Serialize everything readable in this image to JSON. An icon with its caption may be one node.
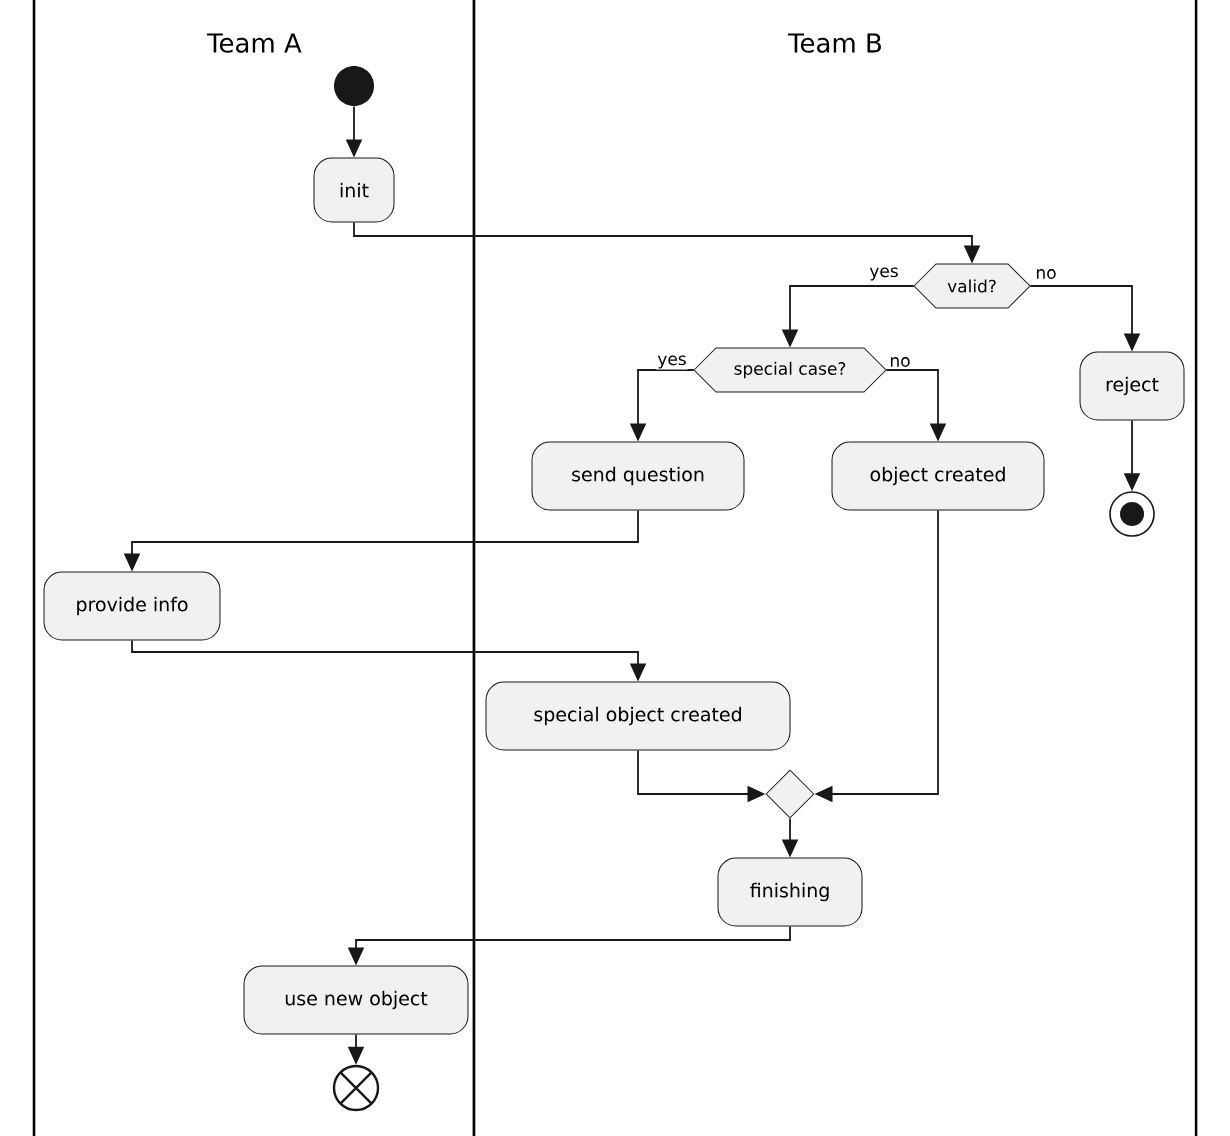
{
  "diagram": {
    "nodes": [
      {
        "text": [
          "Team A"
        ]
      },
      {
        "text": [
          "Team B"
        ]
      },
      {
        "text": [],
        "shape": "circle",
        "in": 0
      },
      {
        "text": [
          "init"
        ],
        "in": 0
      },
      {
        "text": [
          "valid?"
        ],
        "in": 1
      },
      {
        "text": [
          "special case?"
        ],
        "in": 1
      },
      {
        "text": [
          "reject"
        ],
        "in": 1
      },
      {
        "text": [
          "send question"
        ],
        "in": 1
      },
      {
        "text": [
          "object created"
        ],
        "in": 1
      },
      {
        "text": [],
        "shape": "circle",
        "in": 1
      },
      {
        "text": [
          "provide info"
        ],
        "in": 0
      },
      {
        "text": [
          "special object created"
        ],
        "in": 1
      },
      {
        "text": [],
        "shape": "diamond",
        "in": 1
      },
      {
        "text": [
          "finishing"
        ],
        "in": 1
      },
      {
        "text": [
          "use new object"
        ],
        "in": 0
      },
      {
        "text": [],
        "shape": "circle",
        "in": 0
      }
    ],
    "edges": [
      {
        "from": 2,
        "to": 3,
        "arrow": "to"
      },
      {
        "from": 3,
        "to": 4,
        "arrow": "to"
      },
      {
        "from": 4,
        "to": 5,
        "arrow": "to",
        "label": "yes"
      },
      {
        "from": 4,
        "to": 6,
        "arrow": "to",
        "label": "no"
      },
      {
        "from": 5,
        "to": 7,
        "arrow": "to",
        "label": "yes"
      },
      {
        "from": 5,
        "to": 8,
        "arrow": "to",
        "label": "no"
      },
      {
        "from": 6,
        "to": 9,
        "arrow": "to"
      },
      {
        "from": 7,
        "to": 10,
        "arrow": "to"
      },
      {
        "from": 10,
        "to": 11,
        "arrow": "to"
      },
      {
        "from": 11,
        "to": 12,
        "arrow": "to"
      },
      {
        "from": 8,
        "to": 12,
        "arrow": "to"
      },
      {
        "from": 12,
        "to": 13,
        "arrow": "to"
      },
      {
        "from": 13,
        "to": 14,
        "arrow": "to"
      },
      {
        "from": 14,
        "to": 15,
        "arrow": "to"
      }
    ]
  }
}
